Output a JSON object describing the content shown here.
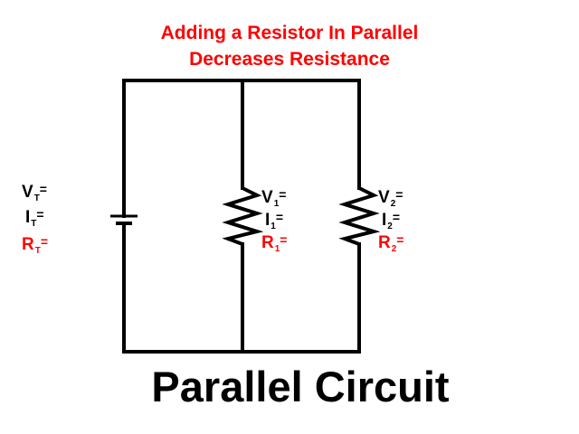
{
  "title": {
    "line1": "Adding a Resistor In Parallel",
    "line2": "Decreases Resistance",
    "color": "#ff0000"
  },
  "caption": "Parallel Circuit",
  "components": {
    "battery": {
      "name": "battery",
      "symbol": "battery-icon"
    },
    "resistors": [
      {
        "name": "R1",
        "symbol": "resistor-icon"
      },
      {
        "name": "R2",
        "symbol": "resistor-icon"
      }
    ]
  },
  "labels": {
    "total": {
      "v": {
        "sym": "V",
        "sub": "T",
        "eq": "=",
        "color": "#000000"
      },
      "i": {
        "sym": "I",
        "sub": "T",
        "eq": "=",
        "color": "#000000"
      },
      "r": {
        "sym": "R",
        "sub": "T",
        "eq": "=",
        "color": "#ff0000"
      }
    },
    "branch1": {
      "v": {
        "sym": "V",
        "sub": "1",
        "eq": "=",
        "color": "#000000"
      },
      "i": {
        "sym": "I",
        "sub": "1",
        "eq": "=",
        "color": "#000000"
      },
      "r": {
        "sym": "R",
        "sub": "1",
        "eq": "=",
        "color": "#ff0000"
      }
    },
    "branch2": {
      "v": {
        "sym": "V",
        "sub": "2",
        "eq": "=",
        "color": "#000000"
      },
      "i": {
        "sym": "I",
        "sub": "2",
        "eq": "=",
        "color": "#000000"
      },
      "r": {
        "sym": "R",
        "sub": "2",
        "eq": "=",
        "color": "#ff0000"
      }
    }
  }
}
